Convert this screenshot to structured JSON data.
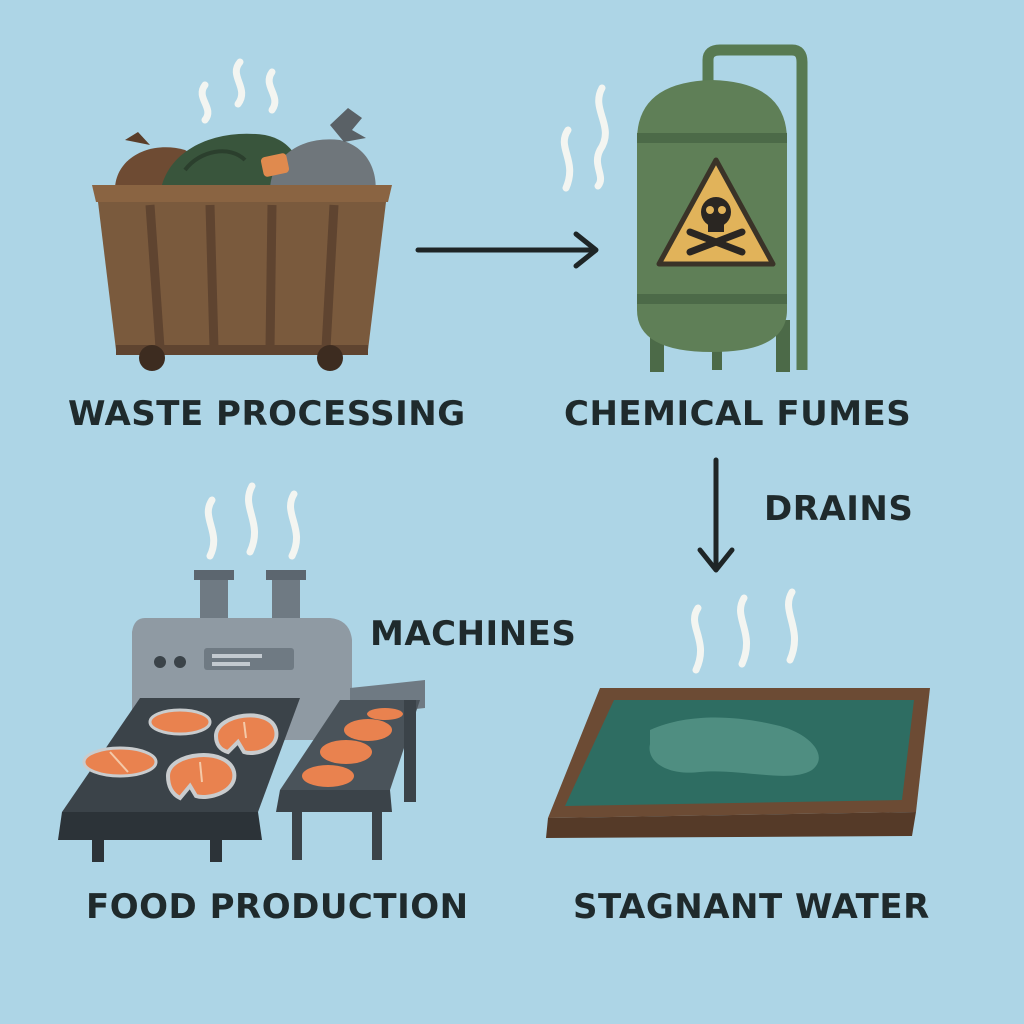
{
  "nodes": {
    "waste_processing": "WASTE PROCESSING",
    "chemical_fumes": "CHEMICAL FUMES",
    "food_production": "FOOD PRODUCTION",
    "stagnant_water": "STAGNANT WATER"
  },
  "edge_labels": {
    "drains": "DRAINS",
    "machines": "MACHINES"
  },
  "edges": [
    {
      "from": "waste_processing",
      "to": "chemical_fumes",
      "label": ""
    },
    {
      "from": "chemical_fumes",
      "to": "stagnant_water",
      "label": "DRAINS"
    }
  ],
  "icons": {
    "waste": "dumpster-icon",
    "chemical": "chemical-tank-icon",
    "hazard": "skull-crossbones-icon",
    "food": "fish-processing-machine-icon",
    "water": "stagnant-pool-icon",
    "steam": "steam-icon"
  },
  "colors": {
    "background": "#add5e6",
    "text": "#1f2a2c",
    "dumpster": "#7a5a3d",
    "tank": "#5b7a55",
    "hazard": "#e1b35a",
    "machine": "#8f9aa3",
    "fish": "#e9824f",
    "water": "#2e6d62",
    "steam": "#f3f5f1"
  }
}
